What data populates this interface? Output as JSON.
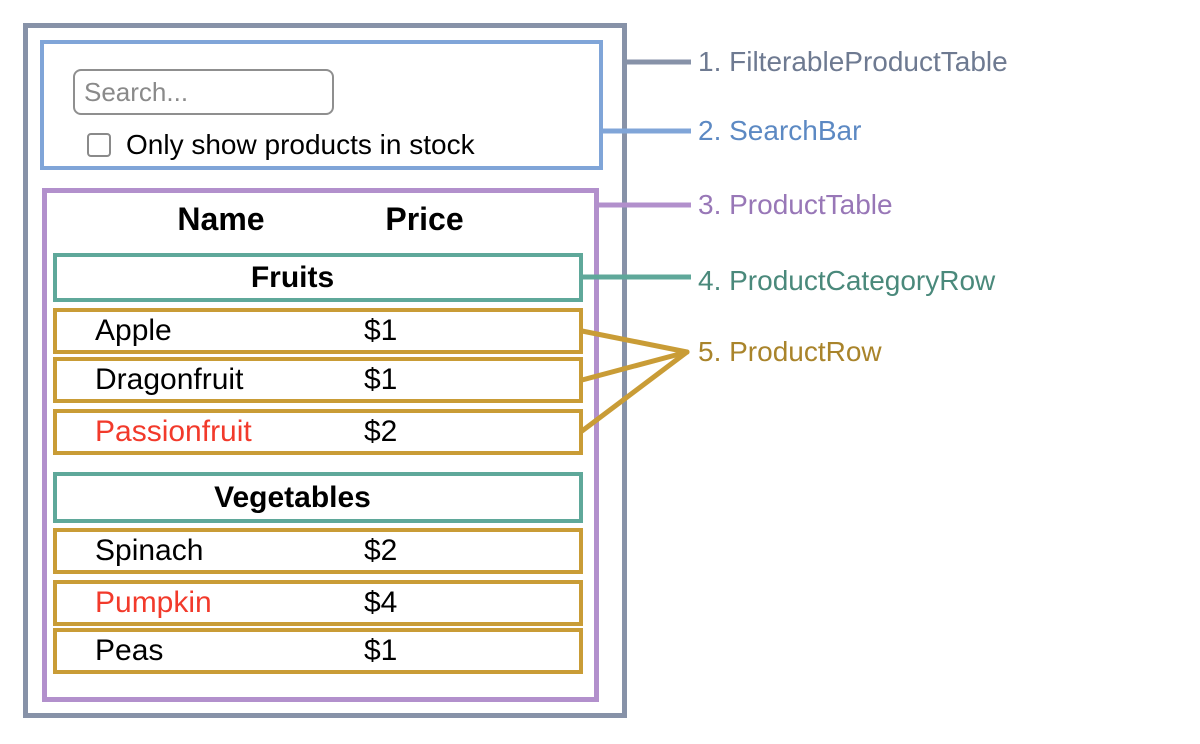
{
  "search_bar": {
    "placeholder": "Search...",
    "checkbox_label": "Only show products in stock",
    "checkbox_checked": false
  },
  "product_table": {
    "headers": {
      "name": "Name",
      "price": "Price"
    },
    "sections": [
      {
        "category": "Fruits",
        "products": [
          {
            "name": "Apple",
            "price": "$1",
            "name_red": false
          },
          {
            "name": "Dragonfruit",
            "price": "$1",
            "name_red": false
          },
          {
            "name": "Passionfruit",
            "price": "$2",
            "name_red": true
          }
        ]
      },
      {
        "category": "Vegetables",
        "products": [
          {
            "name": "Spinach",
            "price": "$2",
            "name_red": false
          },
          {
            "name": "Pumpkin",
            "price": "$4",
            "name_red": true
          },
          {
            "name": "Peas",
            "price": "$1",
            "name_red": false
          }
        ]
      }
    ]
  },
  "legend": [
    {
      "label": "1. FilterableProductTable",
      "color": "#6E7A91"
    },
    {
      "label": "2. SearchBar",
      "color": "#5C89C3"
    },
    {
      "label": "3. ProductTable",
      "color": "#9877B7"
    },
    {
      "label": "4. ProductCategoryRow",
      "color": "#4A897B"
    },
    {
      "label": "5. ProductRow",
      "color": "#A9842B"
    }
  ],
  "colors": {
    "outer_border": "#8792A8",
    "search_border": "#80A5D8",
    "table_border": "#B290CC",
    "category_border": "#5FA89A",
    "row_border": "#C99C36",
    "red_text": "#F23A2B",
    "black_text": "#000000",
    "placeholder_text": "#8A8A8A"
  }
}
